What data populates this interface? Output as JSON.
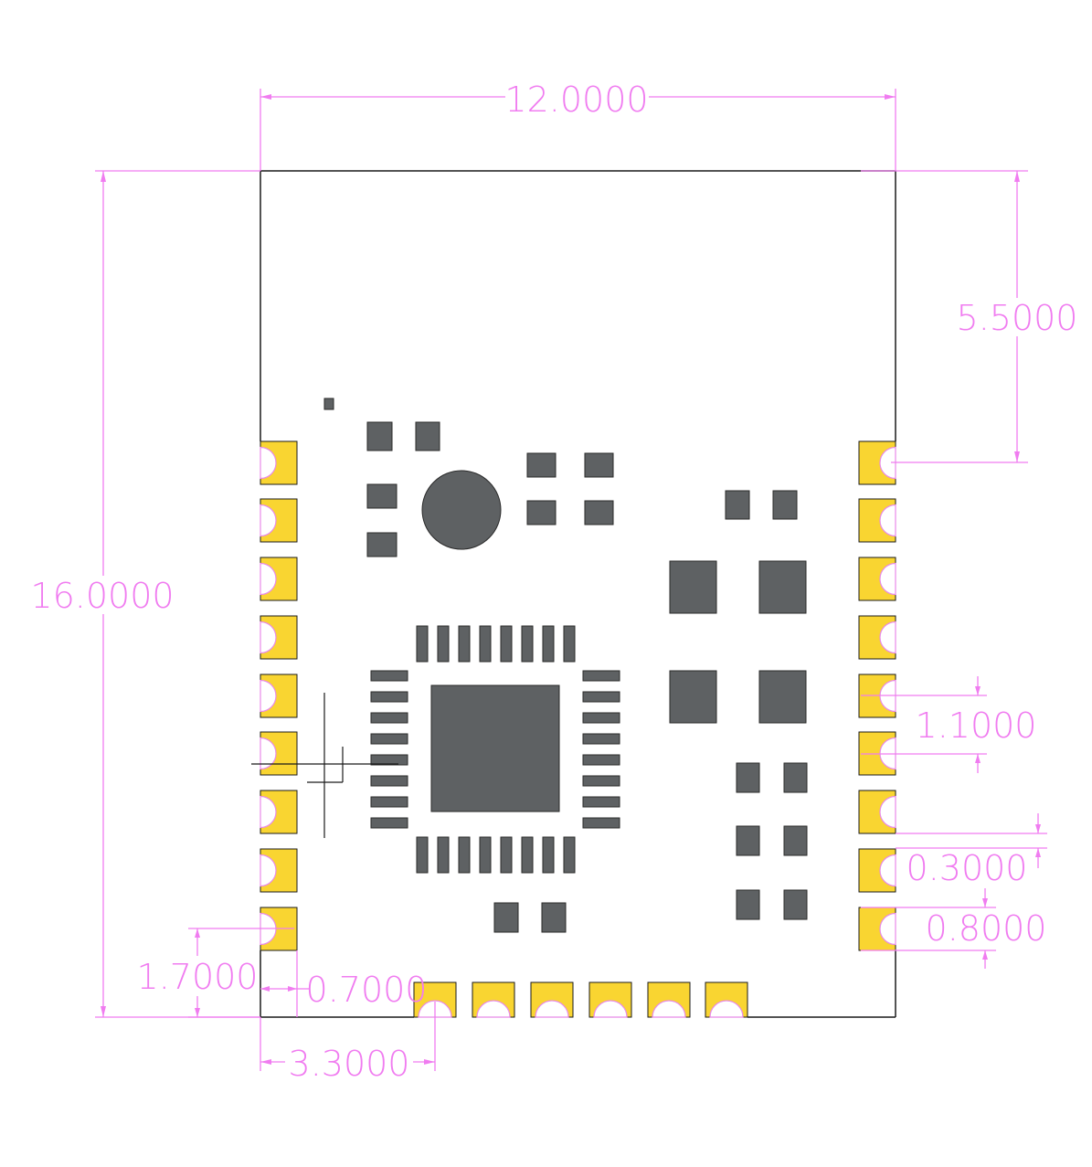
{
  "drawing": {
    "colors": {
      "dimension": "#f07cf0",
      "pad": "#f9d531",
      "component": "#5e6163",
      "outline": "#1a1a1a"
    },
    "dimensions": {
      "width": "12.0000",
      "height": "16.0000",
      "antenna_keepout": "5.5000",
      "pad_pitch": "1.1000",
      "pad_gap": "0.3000",
      "pad_width": "0.8000",
      "corner_height": "1.7000",
      "corner_width": "0.7000",
      "bottom_offset": "3.3000"
    }
  }
}
